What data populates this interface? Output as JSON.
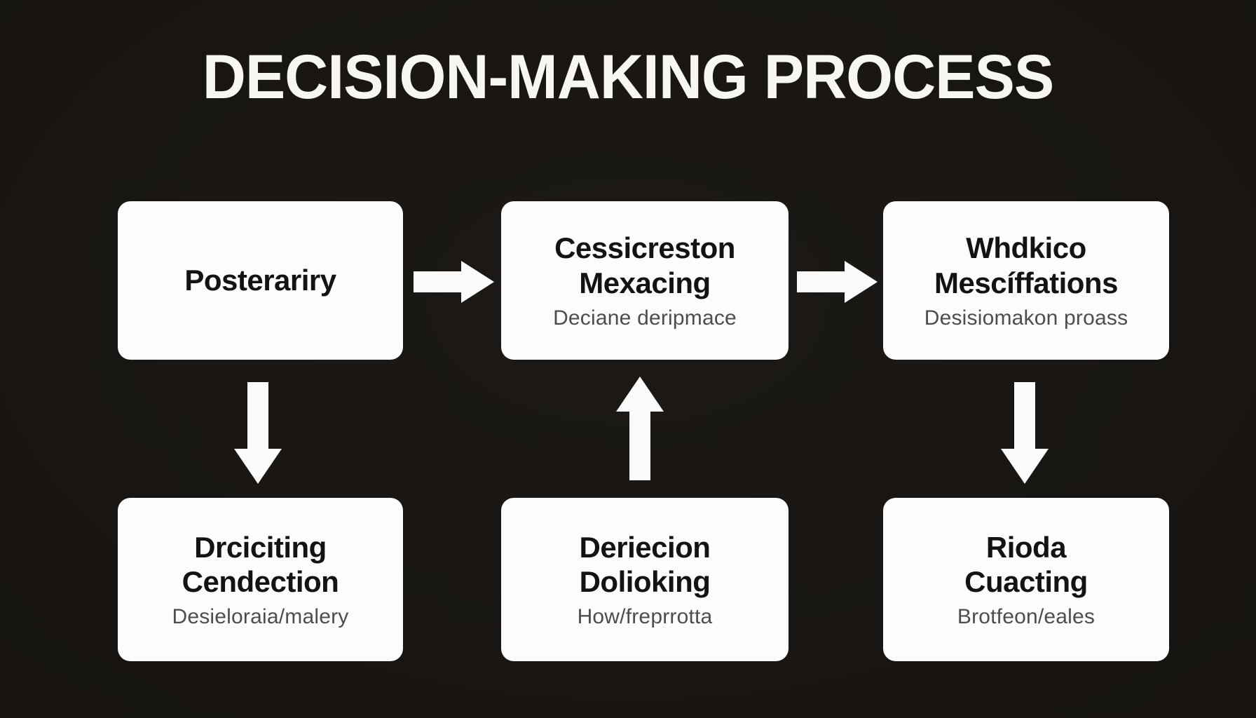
{
  "title": "DECISION-MAKING PROCESS",
  "colors": {
    "background": "#151210",
    "box": "#fcfcfc",
    "heading": "#131313",
    "subtitle": "#4d4d4d",
    "arrow": "#fbfbfb",
    "title": "#f7f6f3"
  },
  "nodes": [
    {
      "id": "posterariry",
      "heading": "Posterariry",
      "subtitle": ""
    },
    {
      "id": "cessicreston-mexacing",
      "heading": "Cessicreston\nMexacing",
      "subtitle": "Deciane deripmace"
    },
    {
      "id": "whdkico-mesciffations",
      "heading": "Whdkico\nMescíffations",
      "subtitle": "Desisiomakon proass"
    },
    {
      "id": "drciciting-cendection",
      "heading": "Drciciting\nCendection",
      "subtitle": "Desieloraia/malery"
    },
    {
      "id": "deriecion-dolioking",
      "heading": "Deriecion\nDolioking",
      "subtitle": "How/freprrotta"
    },
    {
      "id": "rioda-cuacting",
      "heading": "Rioda\nCuacting",
      "subtitle": "Brotfeon/eales"
    }
  ],
  "arrows": [
    {
      "id": "arrow-right-1",
      "direction": "right",
      "from": "posterariry",
      "to": "cessicreston-mexacing"
    },
    {
      "id": "arrow-right-2",
      "direction": "right",
      "from": "cessicreston-mexacing",
      "to": "whdkico-mesciffations"
    },
    {
      "id": "arrow-down-left",
      "direction": "down",
      "from": "posterariry",
      "to": "drciciting-cendection"
    },
    {
      "id": "arrow-up-middle",
      "direction": "up",
      "from": "deriecion-dolioking",
      "to": "cessicreston-mexacing"
    },
    {
      "id": "arrow-down-right",
      "direction": "down",
      "from": "whdkico-mesciffations",
      "to": "rioda-cuacting"
    }
  ]
}
